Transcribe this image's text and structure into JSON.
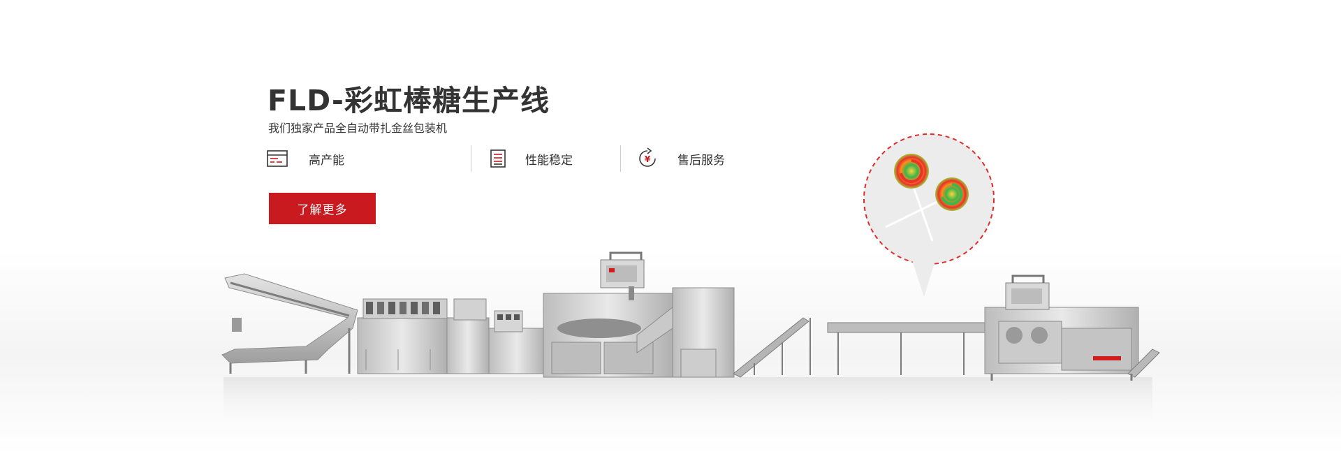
{
  "banner": {
    "title": "FLD-彩虹棒糖生产线",
    "subtitle": "我们独家产品全自动带扎金丝包装机",
    "features": [
      {
        "label": "高产能",
        "icon": "capacity-chart-icon"
      },
      {
        "label": "性能稳定",
        "icon": "document-list-icon"
      },
      {
        "label": "售后服务",
        "icon": "yuan-refresh-icon"
      }
    ],
    "cta_label": "了解更多",
    "colors": {
      "accent": "#c91b1f",
      "text": "#333333",
      "machine": "#a9a9a9"
    }
  }
}
